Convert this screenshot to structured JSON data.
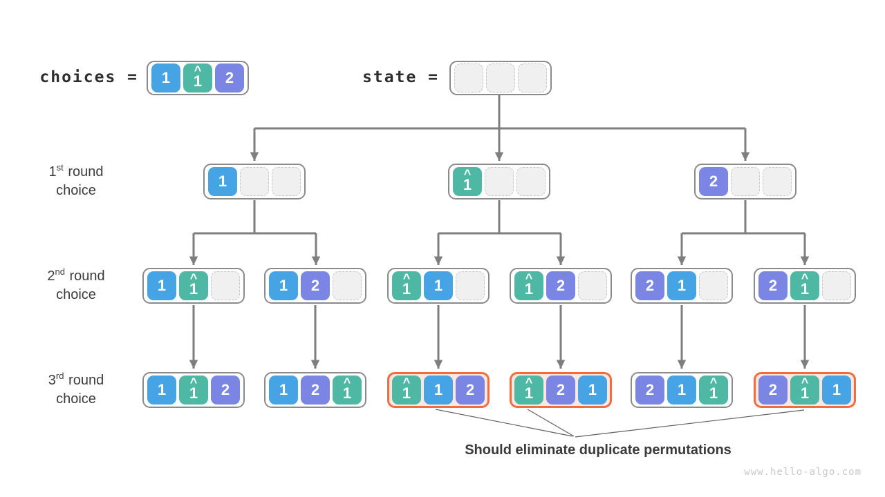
{
  "palette": {
    "blue": "#47a4e4",
    "teal": "#4fb8a5",
    "purple": "#7a85e4",
    "orange": "#ef6e3e",
    "orange_bg": "#fbe6e1",
    "border_gray": "#8a8a8a",
    "empty_fill": "#f0f0f0",
    "empty_border": "#c6c6c6",
    "line": "#7e7e7e",
    "text_dark": "#3c3c3c",
    "watermark": "#c8c8c8"
  },
  "glyphs": {
    "hat": "^"
  },
  "header": {
    "choices_label": "choices =",
    "state_label": "state =",
    "choices_cells": [
      {
        "label": "1",
        "type": "blue"
      },
      {
        "label": "1",
        "type": "teal",
        "hat": true
      },
      {
        "label": "2",
        "type": "purple"
      }
    ],
    "state_cells": [
      {
        "type": "empty"
      },
      {
        "type": "empty"
      },
      {
        "type": "empty"
      }
    ]
  },
  "row_labels": [
    {
      "ordinal": "1",
      "suffix": "st",
      "rest": " round",
      "line2": "choice"
    },
    {
      "ordinal": "2",
      "suffix": "nd",
      "rest": " round",
      "line2": "choice"
    },
    {
      "ordinal": "3",
      "suffix": "rd",
      "rest": " round",
      "line2": "choice"
    }
  ],
  "tree": {
    "level1": [
      {
        "cells": [
          {
            "label": "1",
            "type": "blue"
          },
          {
            "type": "empty"
          },
          {
            "type": "empty"
          }
        ]
      },
      {
        "cells": [
          {
            "label": "1",
            "type": "teal",
            "hat": true
          },
          {
            "type": "empty"
          },
          {
            "type": "empty"
          }
        ]
      },
      {
        "cells": [
          {
            "label": "2",
            "type": "purple"
          },
          {
            "type": "empty"
          },
          {
            "type": "empty"
          }
        ]
      }
    ],
    "level2": [
      {
        "cells": [
          {
            "label": "1",
            "type": "blue"
          },
          {
            "label": "1",
            "type": "teal",
            "hat": true
          },
          {
            "type": "empty"
          }
        ]
      },
      {
        "cells": [
          {
            "label": "1",
            "type": "blue"
          },
          {
            "label": "2",
            "type": "purple"
          },
          {
            "type": "empty"
          }
        ]
      },
      {
        "cells": [
          {
            "label": "1",
            "type": "teal",
            "hat": true
          },
          {
            "label": "1",
            "type": "blue"
          },
          {
            "type": "empty"
          }
        ]
      },
      {
        "cells": [
          {
            "label": "1",
            "type": "teal",
            "hat": true
          },
          {
            "label": "2",
            "type": "purple"
          },
          {
            "type": "empty"
          }
        ]
      },
      {
        "cells": [
          {
            "label": "2",
            "type": "purple"
          },
          {
            "label": "1",
            "type": "blue"
          },
          {
            "type": "empty"
          }
        ]
      },
      {
        "cells": [
          {
            "label": "2",
            "type": "purple"
          },
          {
            "label": "1",
            "type": "teal",
            "hat": true
          },
          {
            "type": "empty"
          }
        ]
      }
    ],
    "level3": [
      {
        "cells": [
          {
            "label": "1",
            "type": "blue"
          },
          {
            "label": "1",
            "type": "teal",
            "hat": true
          },
          {
            "label": "2",
            "type": "purple"
          }
        ]
      },
      {
        "cells": [
          {
            "label": "1",
            "type": "blue"
          },
          {
            "label": "2",
            "type": "purple"
          },
          {
            "label": "1",
            "type": "teal",
            "hat": true
          }
        ]
      },
      {
        "cells": [
          {
            "label": "1",
            "type": "teal",
            "hat": true
          },
          {
            "label": "1",
            "type": "blue"
          },
          {
            "label": "2",
            "type": "purple"
          }
        ],
        "highlight": true
      },
      {
        "cells": [
          {
            "label": "1",
            "type": "teal",
            "hat": true
          },
          {
            "label": "2",
            "type": "purple"
          },
          {
            "label": "1",
            "type": "blue"
          }
        ],
        "highlight": true
      },
      {
        "cells": [
          {
            "label": "2",
            "type": "purple"
          },
          {
            "label": "1",
            "type": "blue"
          },
          {
            "label": "1",
            "type": "teal",
            "hat": true
          }
        ]
      },
      {
        "cells": [
          {
            "label": "2",
            "type": "purple"
          },
          {
            "label": "1",
            "type": "teal",
            "hat": true
          },
          {
            "label": "1",
            "type": "blue"
          }
        ],
        "highlight": true
      }
    ]
  },
  "annotation": "Should eliminate duplicate permutations",
  "watermark": "www.hello-algo.com"
}
